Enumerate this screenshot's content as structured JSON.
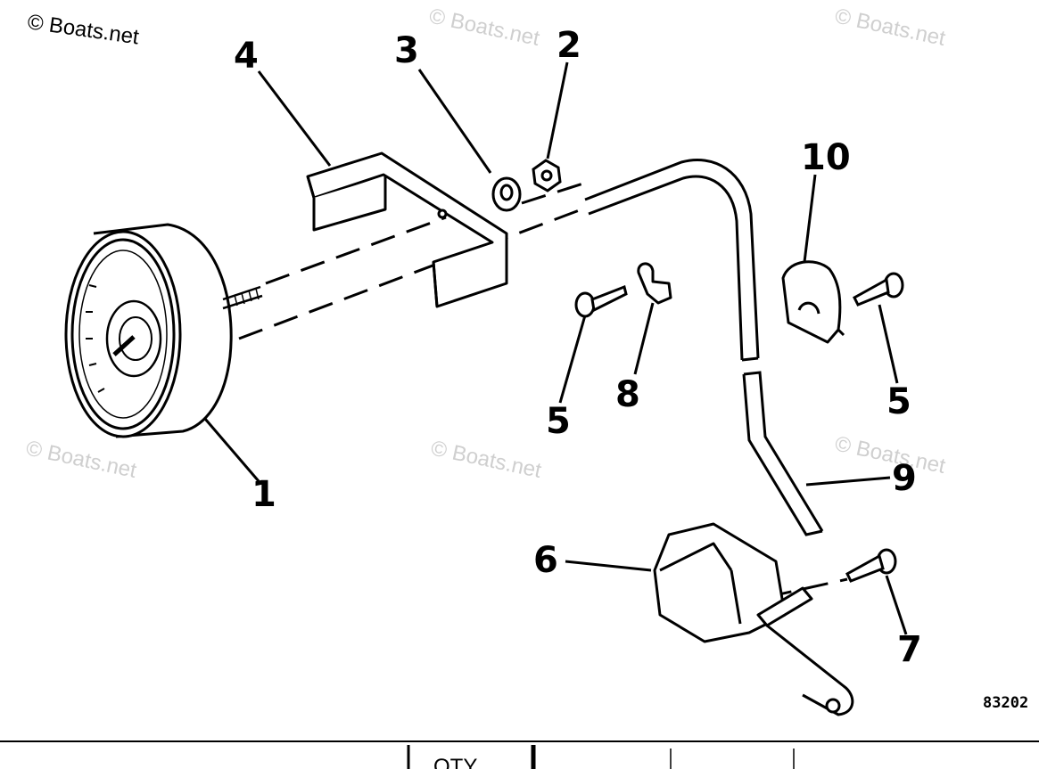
{
  "watermark": {
    "primary": "© Boats.net",
    "repeat": "© Boats.net"
  },
  "figure_number": "83202",
  "callouts": {
    "c1": "1",
    "c2": "2",
    "c3": "3",
    "c4": "4",
    "c5a": "5",
    "c5b": "5",
    "c6": "6",
    "c7": "7",
    "c8": "8",
    "c9": "9",
    "c10": "10"
  },
  "table_header": {
    "qty_label": "QTY"
  }
}
